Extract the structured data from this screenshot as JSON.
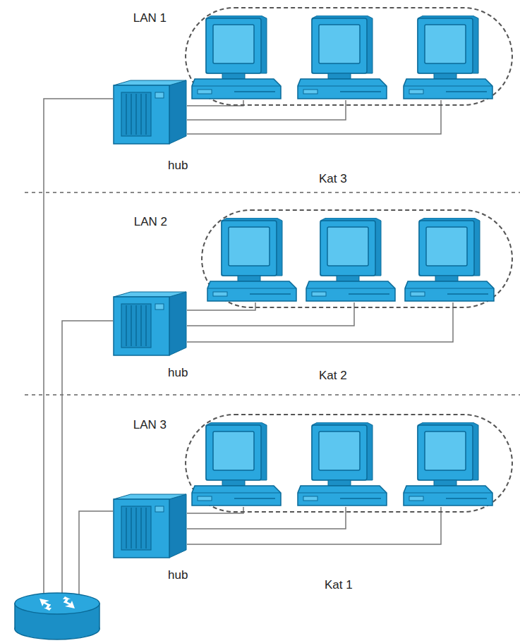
{
  "diagram": {
    "nodes": [
      {
        "text": [
          "LAN 1"
        ]
      },
      {
        "text": [
          "hub"
        ]
      },
      {
        "text": [
          "LAN 2"
        ]
      },
      {
        "text": [
          "hub"
        ]
      },
      {
        "text": [
          "LAN 3"
        ]
      },
      {
        "text": [
          "hub"
        ]
      }
    ],
    "labels": [
      "Kat 3",
      "Kat 2",
      "Kat 1"
    ]
  }
}
